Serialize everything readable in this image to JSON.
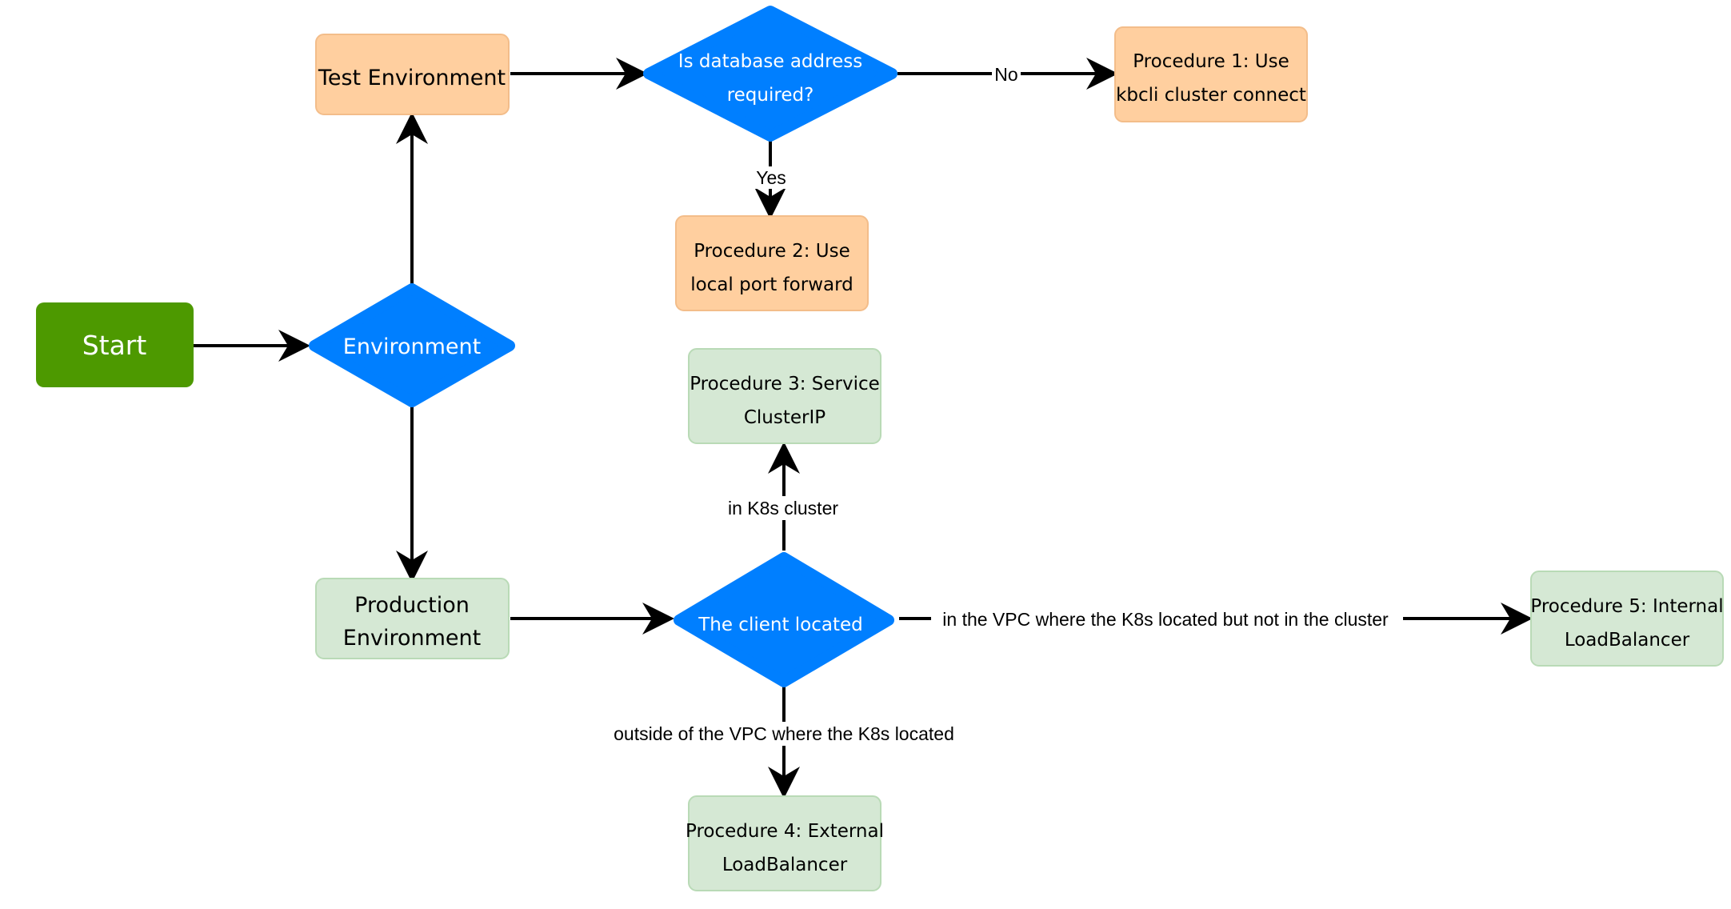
{
  "nodes": {
    "start": "Start",
    "environment": "Environment",
    "test_environment": "Test Environment",
    "production_environment": [
      "Production",
      "Environment"
    ],
    "db_question": [
      "Is database address",
      "required?"
    ],
    "procedure1": [
      "Procedure 1: Use",
      "kbcli cluster connect"
    ],
    "procedure2": [
      "Procedure 2: Use",
      "local port forward"
    ],
    "procedure3": [
      "Procedure 3: Service",
      "ClusterIP"
    ],
    "client_located": "The client located",
    "procedure4": [
      "Procedure 4: External",
      "LoadBalancer"
    ],
    "procedure5": [
      "Procedure 5: Internal",
      "LoadBalancer"
    ]
  },
  "edge_labels": {
    "no": "No",
    "yes": "Yes",
    "in_k8s_cluster": "in K8s cluster",
    "in_vpc": "in the VPC where the K8s located but not in the cluster",
    "outside_vpc": "outside of the VPC where the K8s located"
  },
  "colors": {
    "start_fill": "#4d9900",
    "decision_fill": "#007fff",
    "test_fill": "#ffcf9f",
    "test_stroke": "#f3bd8a",
    "prod_fill": "#d5e8d4",
    "prod_stroke": "#b9dab6",
    "edge": "#000000"
  }
}
